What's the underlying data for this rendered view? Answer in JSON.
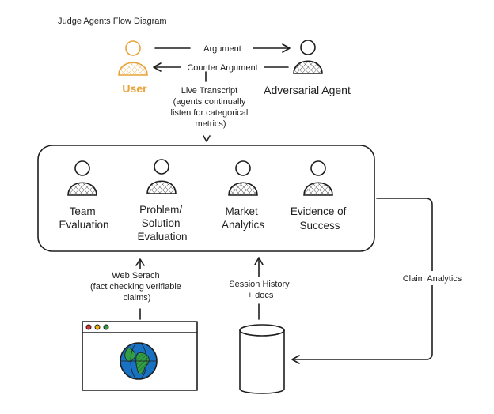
{
  "title": "Judge Agents Flow Diagram",
  "actors": {
    "user": {
      "label": "User",
      "color": "#e8a33a"
    },
    "adversarial": {
      "label": "Adversarial Agent"
    }
  },
  "edges": {
    "argument": "Argument",
    "counter_argument": "Counter Argument",
    "live_transcript": [
      "Live Transcript",
      "(agents continually",
      "listen for categorical",
      "metrics)"
    ],
    "web_search": [
      "Web Serach",
      "(fact checking verifiable",
      "claims)"
    ],
    "session_history": [
      "Session History",
      "+ docs"
    ],
    "claim_analytics": "Claim Analytics"
  },
  "judges": [
    {
      "lines": [
        "Team",
        "Evaluation"
      ]
    },
    {
      "lines": [
        "Problem/",
        "Solution",
        "Evaluation"
      ]
    },
    {
      "lines": [
        "Market",
        "Analytics"
      ]
    },
    {
      "lines": [
        "Evidence of",
        "Success"
      ]
    }
  ],
  "icons": {
    "browser": "browser-window-icon",
    "globe": "globe-icon",
    "database": "database-cylinder-icon",
    "person": "person-icon"
  },
  "colors": {
    "user": "#e8a33a",
    "stroke": "#1e1e1e",
    "globe_ocean": "#1971c2",
    "globe_land": "#2f9e44",
    "dot_red": "#e03131",
    "dot_yellow": "#f0b400",
    "dot_green": "#2f9e44"
  }
}
